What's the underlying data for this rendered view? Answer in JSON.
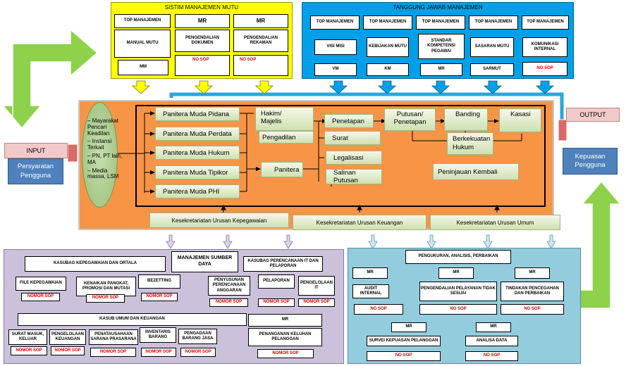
{
  "smm": {
    "title": "SISTIM MANAJEMEN MUTU",
    "r1": [
      "TOP MANAJEMEN",
      "MR",
      "MR"
    ],
    "r2": [
      "MANUAL MUTU",
      "PENGENDALIAN DOKUMEN",
      "PENGENDALIAN REKAMAN"
    ],
    "r3": [
      "MM",
      "NO SOP",
      "NO SOP"
    ]
  },
  "tjm": {
    "title": "Tanggung Jawab Manajemen",
    "r1": [
      "TOP MANAJEMEN",
      "TOP MANAJEMEN",
      "TOP MANAJEMEN",
      "TOP MANAJEMEN",
      "TOP MANAJEMEN"
    ],
    "r2": [
      "VISI MISI",
      "KEBIJAKAN MUTU",
      "STANDAR KOMPETENSI PEGAWAI",
      "SASARAN MUTU",
      "KOMUNIKASI INTERNAL"
    ],
    "r3": [
      "VM",
      "KM",
      "MR",
      "SARMUT",
      "NO SOP"
    ]
  },
  "input": {
    "label": "INPUT",
    "requirement": "Persyaratan Pengguna"
  },
  "output": {
    "label": "OUTPUT",
    "satisfaction": "Kepuasan Pengguna"
  },
  "stakeholders": {
    "items": [
      "Mayarakat Pencari Keadilan",
      "Instansi Terkait",
      "PN, PT lain, MA",
      "Media massa, LSM"
    ]
  },
  "process": {
    "panitera_muda": [
      "Panitera Muda Pidana",
      "Panitera Muda Perdata",
      "Panitera Muda Hukum",
      "Panitera Muda Tipikor",
      "Panitera Muda PHI"
    ],
    "hakim": "Hakim/ Majelis",
    "pengadilan": "Pengadilan",
    "panitera": "Panitera",
    "penetapan": "Penetapan",
    "surat": "Surat",
    "legalisasi": "Legalisasi",
    "salinan": "Salinan Putusan",
    "putusan": "Putusan/ Penetapan",
    "banding": "Banding",
    "kasasi": "Kasasi",
    "berkekuatan": "Berkekuatan Hukum",
    "peninjauan": "Peninjauan Kembali"
  },
  "support": [
    "Kesekretariatan Urusan Kepegawaian",
    "Kesekretariatan Urusan Keuangan",
    "Kesekretariatan Urusan Umum"
  ],
  "msd": {
    "title": "MANAJEMEN SUMBER DAYA",
    "kasubag_kep": "KASUBAG KEPEGAWAIAN DAN ORTALA",
    "kasubag_pp": "KASUBAG PERENCANAAN IT DAN PELAPORAN",
    "file_kep": "FILE KEPEGAWAIAN",
    "kenaikan": "KENAIKAN PANGKAT, PROMOSI DAN MUTASI",
    "bezetting": "BEZETTING",
    "penyusunan": "PENYUSUNAN PERENCANAAN ANGGARAN",
    "pelaporan": "PELAPORAN",
    "pengelolaan_it": "PENGELOLAAN IT",
    "kasub_umum": "KASUB UMUM DAN KEUANGAN",
    "surat_masuk": "SURAT MASUK, KELUAR",
    "pengelolaan_keu": "PENGELOLAAN KEUANGAN",
    "penatausahaan": "PENATAUSAHAAN SARANA PRASARANA",
    "inventaris": "INVENTARIS BARANG",
    "pengadaan": "PENGADAAN BARANG JASA",
    "mr": "MR",
    "penanganan": "PENANGANAN KELUHAN PELANGGAN",
    "nomor_sop": "NOMOR SOP"
  },
  "pap": {
    "title": "PENGUKURAN, ANALISIS, PERBAIKAN",
    "mr": "MR",
    "audit": "AUDIT INTERNAL",
    "pengendalian": "PENGENDALIAN PELAYANAN TIDAK SESUAI",
    "tindakan": "TINDAKAN PENCEGAHAN DAN PERBAIKAN",
    "survei": "SURVEI KEPUASAN PELANGGAN",
    "analisa": "ANALISA DATA",
    "no_sop": "NO SOP"
  },
  "colors": {
    "yellow": "#ffff00",
    "blue": "#00a0e8",
    "orange": "#f79446",
    "lavender": "#ccc1da",
    "lightblue": "#93cddd",
    "green": "#8ed14a"
  }
}
